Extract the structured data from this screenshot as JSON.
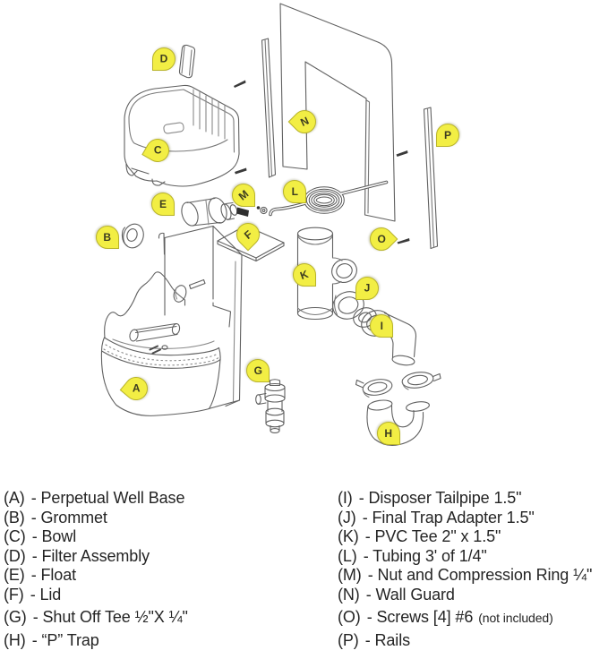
{
  "diagram": {
    "accent_color": "#f2ee44",
    "line_color": "#606060",
    "labels": [
      {
        "letter": "A"
      },
      {
        "letter": "B"
      },
      {
        "letter": "C"
      },
      {
        "letter": "D"
      },
      {
        "letter": "E"
      },
      {
        "letter": "F"
      },
      {
        "letter": "G"
      },
      {
        "letter": "H"
      },
      {
        "letter": "I"
      },
      {
        "letter": "J"
      },
      {
        "letter": "K"
      },
      {
        "letter": "L"
      },
      {
        "letter": "M"
      },
      {
        "letter": "N"
      },
      {
        "letter": "O"
      },
      {
        "letter": "P"
      }
    ]
  },
  "legend": {
    "left": [
      {
        "key": "(A)",
        "text": "- Perpetual Well Base"
      },
      {
        "key": "(B)",
        "text": "- Grommet"
      },
      {
        "key": "(C)",
        "text": "- Bowl"
      },
      {
        "key": "(D)",
        "text": "- Filter Assembly"
      },
      {
        "key": "(E)",
        "text": "- Float"
      },
      {
        "key": "(F)",
        "text": "- Lid"
      },
      {
        "key": "(G)",
        "text": "- Shut Off Tee ½\"X ¼\""
      },
      {
        "key": "(H)",
        "text": "- “P” Trap"
      }
    ],
    "right": [
      {
        "key": "(I)",
        "text": "- Disposer Tailpipe 1.5\""
      },
      {
        "key": "(J)",
        "text": "- Final Trap Adapter 1.5\""
      },
      {
        "key": "(K)",
        "text": "- PVC Tee 2\" x 1.5\""
      },
      {
        "key": "(L)",
        "text": "- Tubing 3' of 1/4\""
      },
      {
        "key": "(M)",
        "text": "- Nut and Compression Ring ¼\""
      },
      {
        "key": "(N)",
        "text": "- Wall Guard"
      },
      {
        "key": "(O)",
        "text": "- Screws [4] #6",
        "note": "(not included)"
      },
      {
        "key": "(P)",
        "text": "- Rails"
      }
    ]
  }
}
